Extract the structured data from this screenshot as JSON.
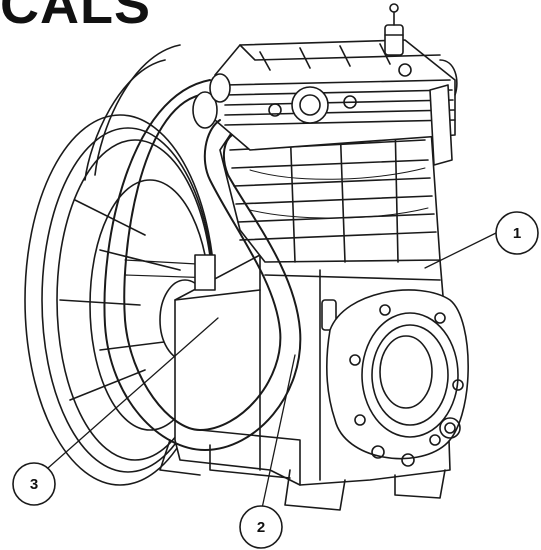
{
  "heading": "CALS",
  "callouts": [
    {
      "id": "callout-1",
      "label": "1"
    },
    {
      "id": "callout-2",
      "label": "2"
    },
    {
      "id": "callout-3",
      "label": "3"
    }
  ],
  "colors": {
    "line": "#1a1a1a",
    "fill": "#ffffff",
    "shade": "#eeeeee"
  }
}
